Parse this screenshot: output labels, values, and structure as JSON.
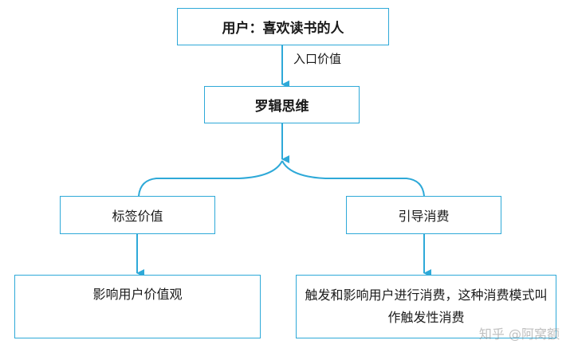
{
  "nodes": {
    "user": "用户：喜欢读书的人",
    "logic": "罗辑思维",
    "tag_value": "标签价值",
    "guide_consumption": "引导消费",
    "influence_values": "影响用户价值观",
    "trigger_consumption": "触发和影响用户进行消费，这种消费模式叫作触发性消费"
  },
  "edges": {
    "entry_label": "入口价值"
  },
  "watermark": "知乎 @阿窝额",
  "colors": {
    "border": "#2ea9d8",
    "arrow": "#2ea9d8"
  }
}
